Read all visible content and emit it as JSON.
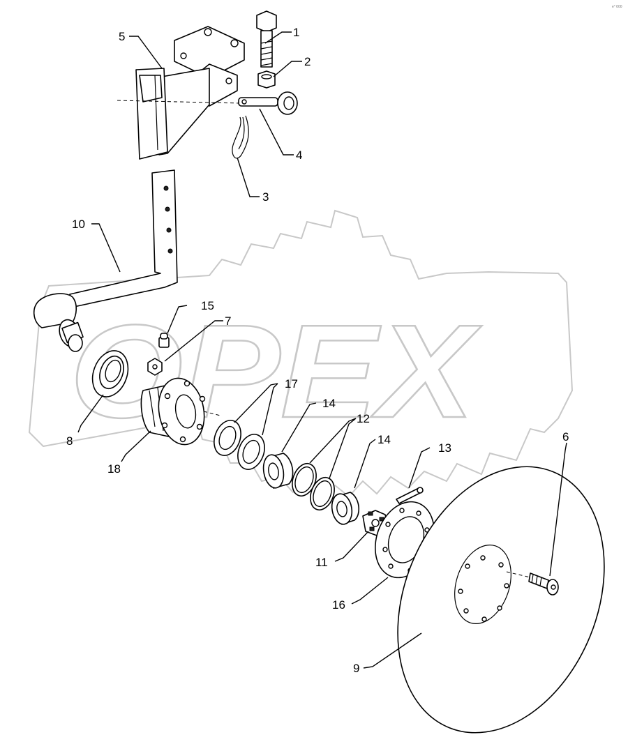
{
  "watermark": {
    "text": "OPEX"
  },
  "corner_mark": "e° 000",
  "callouts": [
    {
      "id": "c1",
      "label": "1"
    },
    {
      "id": "c2",
      "label": "2"
    },
    {
      "id": "c3",
      "label": "3"
    },
    {
      "id": "c4",
      "label": "4"
    },
    {
      "id": "c5",
      "label": "5"
    },
    {
      "id": "c6",
      "label": "6"
    },
    {
      "id": "c7",
      "label": "7"
    },
    {
      "id": "c8",
      "label": "8"
    },
    {
      "id": "c9",
      "label": "9"
    },
    {
      "id": "c10",
      "label": "10"
    },
    {
      "id": "c11",
      "label": "11"
    },
    {
      "id": "c12",
      "label": "12"
    },
    {
      "id": "c13",
      "label": "13"
    },
    {
      "id": "c14a",
      "label": "14"
    },
    {
      "id": "c14b",
      "label": "14"
    },
    {
      "id": "c15",
      "label": "15"
    },
    {
      "id": "c16",
      "label": "16"
    },
    {
      "id": "c17",
      "label": "17"
    },
    {
      "id": "c18",
      "label": "18"
    }
  ]
}
